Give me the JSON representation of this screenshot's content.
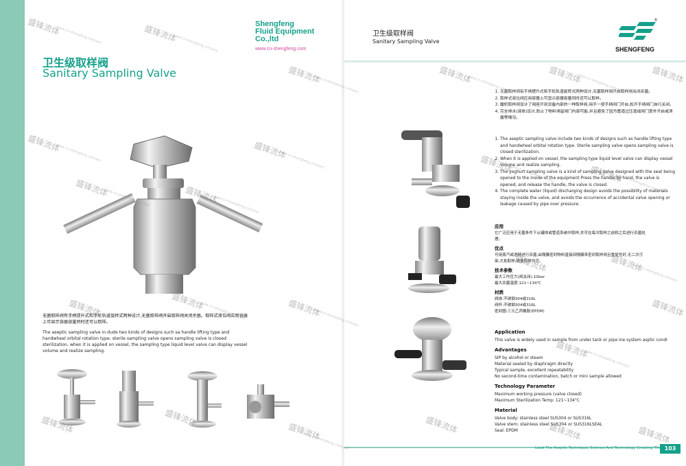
{
  "brand": {
    "name_line1": "Shengfeng",
    "name_line2": "Fluid Equipment",
    "name_line3": "Co.,ltd",
    "url": "www.cn-shengfeng.com",
    "logo_text": "SHENGFENG",
    "registered": "®"
  },
  "left_page": {
    "title_cn": "卫生级取样阀",
    "title_en": "Sanitary Sampling Valve",
    "intro_cn": "无菌取样阀有手柄提升式和手轮轨道旋转式两种设计,无菌取样阀开启取样阀关闭杀菌。取样式液位阀应用容器上可显示容器容量同时还可以取样。",
    "intro_en": "The aseptic sampling valve in dude two kinds of designs such sa handle lifting type and handwheel orbital rotation type. sterile sampling valve opens sampling valve is closed sterilization. when it is applied on vessel, the sampling type liquid level valve can display vessel volume and realize sampling."
  },
  "right_page": {
    "header_cn": "卫生级取样阀",
    "header_en": "Sanitary Sampling Valve",
    "features_cn": [
      "无菌取样阀有手柄提升式和手轮轨道旋转式两种设计,无菌取样阀开启取样阀关闭杀菌。",
      "取样式液位阀应用容器上可显示容器容量同时还可以取样。",
      "酸奶取样阀设计了阀座开到设备内部的一种取样阀,用手一按手柄阀门开启,松开手柄阀门自行关闭。",
      "完全排水(液体)设计,防止了物料滞留阀门内部可能,并且避免了因为管道过压造成阀门意外开启或泄露等情况。"
    ],
    "features_en": [
      "The aseptic sampling valve include two kinds of designs such as handle lifting type and handwheel orbital rotation type. Sterile sampling valve opens sampling valve is closed sterilization.",
      "When it is applied on vessel, the sampling type liquid level valve can display vessel volume and realize sampling.",
      "The yoghurt sampling valve is a kind of sampling valve designed with the seat being opened to the inside of the equipment Press the handle by hand, the valve is opened, and release the handle, the valve is closed.",
      "The complete water (liquid) discharging design avoids the possibility of materials staying inside the valve, and avoids the occurrence of accidental valve opening or leakage caused by pipe over pressure."
    ],
    "specs_cn": {
      "application_h": "应用",
      "application": "它广泛应用于无菌条件下从罐体或管道系统中取样,并可在每次取样之前和之后进行杀菌处理。",
      "advantages_h": "优点",
      "advantages": "可用蒸汽或酒精进行杀菌,由隔膜密封物料直接间隔膜来密封取样阀且重复性好,无二次污染,大批取样,微量取样均可。",
      "tech_h": "技术参数",
      "tech_1": "最大工作压力(阀关闭):10bar",
      "tech_2": "最大杀菌温度:121~134℃",
      "material_h": "材质",
      "material_1": "阀体:不锈钢304或316L",
      "material_2": "阀杆:不锈钢304或316L",
      "material_3": "密封圈:三元乙丙橡胶(EPDM)"
    },
    "specs_en": {
      "application_h": "Application",
      "application": "This valve is widely used in sample from under tank or pipe ine system asptic condi",
      "advantages_h": "Advantages",
      "adv_1": "SIP by alcohol or steam",
      "adv_2": "Material sealed by diaphragm directly",
      "adv_3": "Typical sample, excellent repeatability",
      "adv_4": "No second-time contamination, batch or mini sample allowed",
      "tech_h": "Technology Parameter",
      "tech_1": "Maximum working pressure (valve closed)",
      "tech_2": "Maximum Sterilization Temp: 121~134°C",
      "material_h": "Material",
      "mat_1": "Valve body: stainless steel SUS304 or SUS316L",
      "mat_2": "Valve stem: stainless steel SUS304 or SUS316LSEAL",
      "mat_3": "Seal: EPDM"
    },
    "footer": "Lead The Aseptic Technique, Science And Technology Creating The Future",
    "page_number": "103"
  },
  "watermark": {
    "text": "盛锋流体",
    "url": "www.cn-shengfeng.com/en/"
  },
  "colors": {
    "accent": "#15a08a",
    "strip": "#8ccab8",
    "url_pink": "#d24b9b"
  }
}
